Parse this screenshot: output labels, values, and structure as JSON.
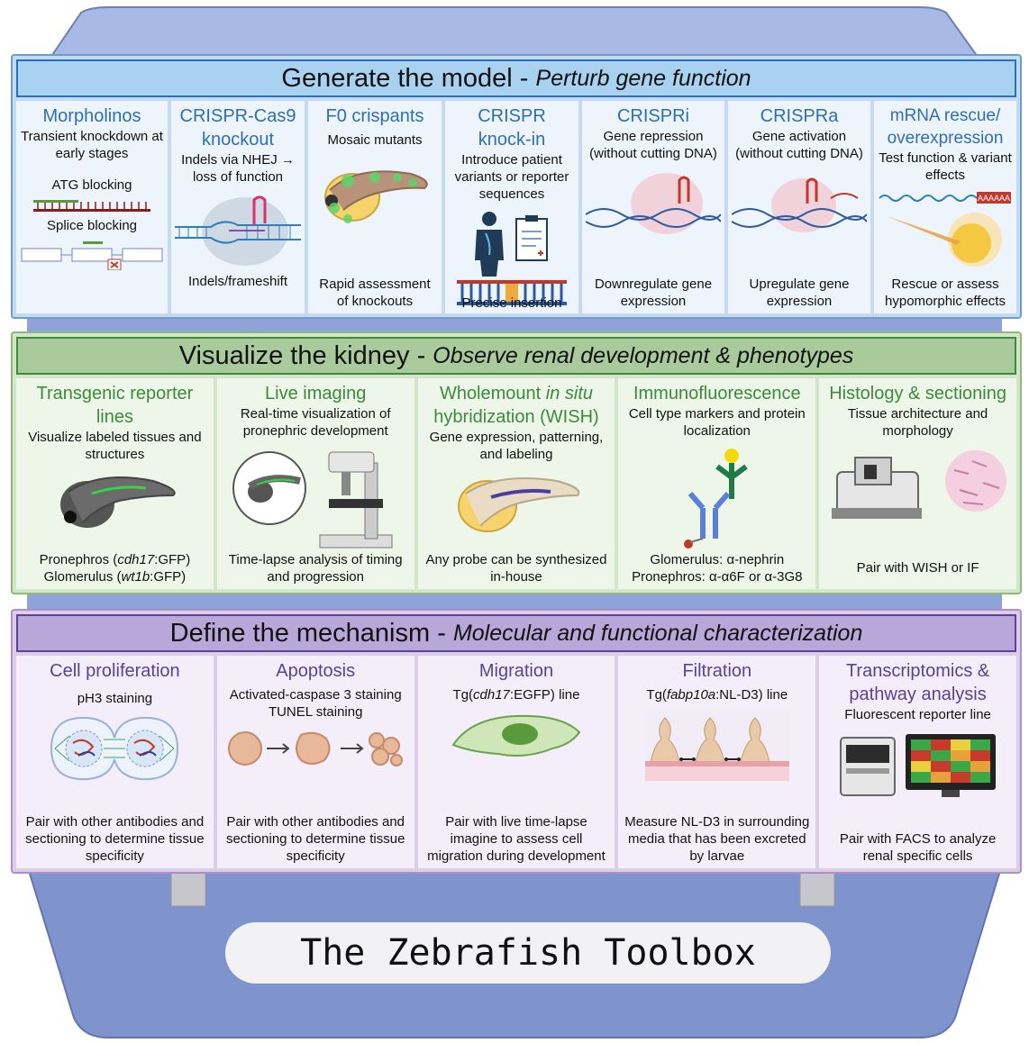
{
  "title": "The Zebrafish Toolbox",
  "sections": {
    "generate": {
      "title_main": "Generate the model - ",
      "title_italic": "Perturb gene function",
      "panels": [
        {
          "title": "Morpholinos",
          "desc": "Transient knockdown at early stages",
          "label1": "ATG blocking",
          "label2": "Splice blocking"
        },
        {
          "title": "CRISPR-Cas9 knockout",
          "desc": "Indels via NHEJ → loss of function",
          "foot": "Indels/frameshift"
        },
        {
          "title": "F0 crispants",
          "desc": "Mosaic mutants",
          "foot": "Rapid assessment of knockouts"
        },
        {
          "title": "CRISPR knock-in",
          "desc": "Introduce patient variants or reporter sequences",
          "foot": "Precise insertion"
        },
        {
          "title": "CRISPRi",
          "desc": "Gene repression (without cutting DNA)",
          "foot": "Downregulate gene expression"
        },
        {
          "title": "CRISPRa",
          "desc": "Gene activation (without cutting DNA)",
          "foot": "Upregulate gene expression"
        },
        {
          "title": "mRNA rescue/ overexpression",
          "desc": "Test function & variant effects",
          "foot": "Rescue or assess hypomorphic effects",
          "polya": "AAAAAA"
        }
      ]
    },
    "visualize": {
      "title_main": "Visualize the kidney - ",
      "title_italic": "Observe renal development & phenotypes",
      "panels": [
        {
          "title": "Transgenic reporter lines",
          "desc": "Visualize labeled tissues and structures",
          "foot1a": "Pronephros (",
          "foot1b": "cdh17",
          "foot1c": ":GFP)",
          "foot2a": "Glomerulus (",
          "foot2b": "wt1b",
          "foot2c": ":GFP)"
        },
        {
          "title": "Live imaging",
          "desc": "Real-time visualization of pronephric development",
          "foot": "Time-lapse analysis of timing and progression"
        },
        {
          "title_a": "Wholemount ",
          "title_b": "in situ",
          "title_c": " hybridization (WISH)",
          "desc": "Gene expression, patterning, and labeling",
          "foot": "Any probe can be synthesized in-house"
        },
        {
          "title": "Immunofluorescence",
          "desc": "Cell type markers and protein localization",
          "foot1": "Glomerulus: α-nephrin",
          "foot2": "Pronephros: α-α6F or α-3G8"
        },
        {
          "title": "Histology & sectioning",
          "desc": "Tissue architecture and morphology",
          "foot": "Pair with WISH or IF"
        }
      ]
    },
    "define": {
      "title_main": "Define the mechanism - ",
      "title_italic": "Molecular and functional characterization",
      "panels": [
        {
          "title": "Cell proliferation",
          "desc": "pH3 staining",
          "foot": "Pair with other antibodies and sectioning to determine tissue specificity"
        },
        {
          "title": "Apoptosis",
          "desc": "Activated-caspase 3 staining TUNEL staining",
          "foot": "Pair with other antibodies and sectioning to determine tissue specificity"
        },
        {
          "title": "Migration",
          "desc_a": "Tg(",
          "desc_b": "cdh17",
          "desc_c": ":EGFP) line",
          "foot": "Pair with live time-lapse imagine to assess cell migration during development"
        },
        {
          "title": "Filtration",
          "desc_a": "Tg(",
          "desc_b": "fabp10a",
          "desc_c": ":NL-D3) line",
          "foot": "Measure NL-D3 in surrounding media that has been excreted by larvae"
        },
        {
          "title": "Transcriptomics & pathway analysis",
          "desc": "Fluorescent reporter line",
          "foot": "Pair with FACS to analyze renal specific cells"
        }
      ]
    }
  },
  "colors": {
    "box_body": "#7f93cc",
    "box_lid": "#a9b9e6",
    "generate_accent": "#2e6fb3",
    "visualize_accent": "#3c8a3a",
    "define_accent": "#5a4192"
  },
  "icons": [
    "dna-icon",
    "zebrafish-embryo-icon",
    "cas9-icon",
    "patient-icon",
    "clipboard-icon",
    "microscope-icon",
    "antibody-icon",
    "microtome-icon",
    "dividing-cell-icon",
    "apoptotic-cell-icon",
    "migrating-cell-icon",
    "glomerulus-icon",
    "sequencer-icon",
    "heatmap-icon",
    "injection-needle-icon"
  ]
}
